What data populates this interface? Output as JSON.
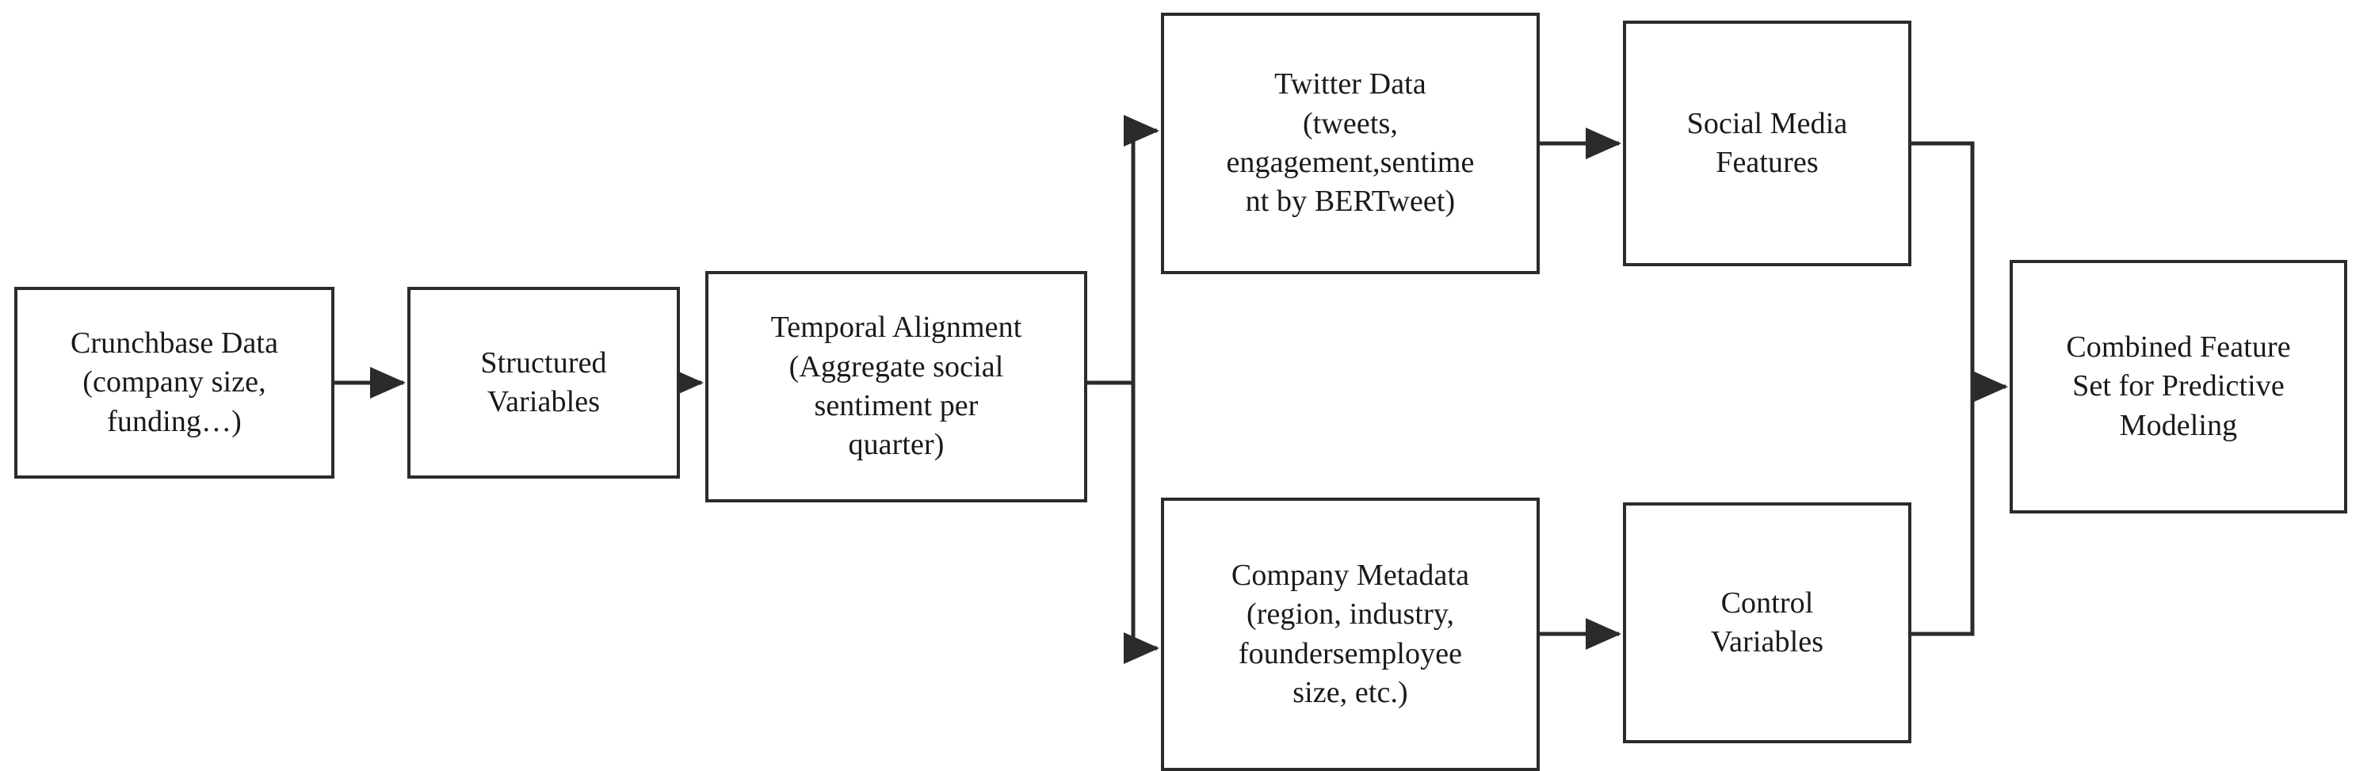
{
  "diagram": {
    "title": "Data pipeline flowchart",
    "background_color": "#ffffff",
    "stroke_color": "#2b2b2b",
    "text_color": "#1a1a1a",
    "nodes": [
      {
        "id": "crunchbase",
        "label": "Crunchbase Data\n(company size,\nfunding…)"
      },
      {
        "id": "structured",
        "label": "Structured\nVariables"
      },
      {
        "id": "temporal",
        "label": "Temporal Alignment\n(Aggregate social\nsentiment per\nquarter)"
      },
      {
        "id": "twitter",
        "label": "Twitter Data\n(tweets,\nengagement,sentime\nnt by BERTweet)"
      },
      {
        "id": "social",
        "label": "Social Media\nFeatures"
      },
      {
        "id": "metadata",
        "label": "Company Metadata\n(region, industry,\nfoundersemployee\nsize, etc.)"
      },
      {
        "id": "control",
        "label": "Control\nVariables"
      },
      {
        "id": "combined",
        "label": "Combined Feature\nSet for Predictive\nModeling"
      }
    ],
    "edges": [
      {
        "id": "e1",
        "from": "crunchbase",
        "to": "structured",
        "style": "straight-arrow"
      },
      {
        "id": "e2",
        "from": "structured",
        "to": "temporal",
        "style": "straight-arrow"
      },
      {
        "id": "e3",
        "from": "temporal",
        "to": "twitter",
        "style": "branch-up-arrow"
      },
      {
        "id": "e4",
        "from": "temporal",
        "to": "metadata",
        "style": "branch-down-arrow"
      },
      {
        "id": "e5",
        "from": "twitter",
        "to": "social",
        "style": "straight-arrow"
      },
      {
        "id": "e6",
        "from": "metadata",
        "to": "control",
        "style": "straight-arrow"
      },
      {
        "id": "e7",
        "from": "social",
        "to": "combined",
        "style": "merge-down-arrow"
      },
      {
        "id": "e8",
        "from": "control",
        "to": "combined",
        "style": "merge-up-arrow"
      }
    ]
  }
}
